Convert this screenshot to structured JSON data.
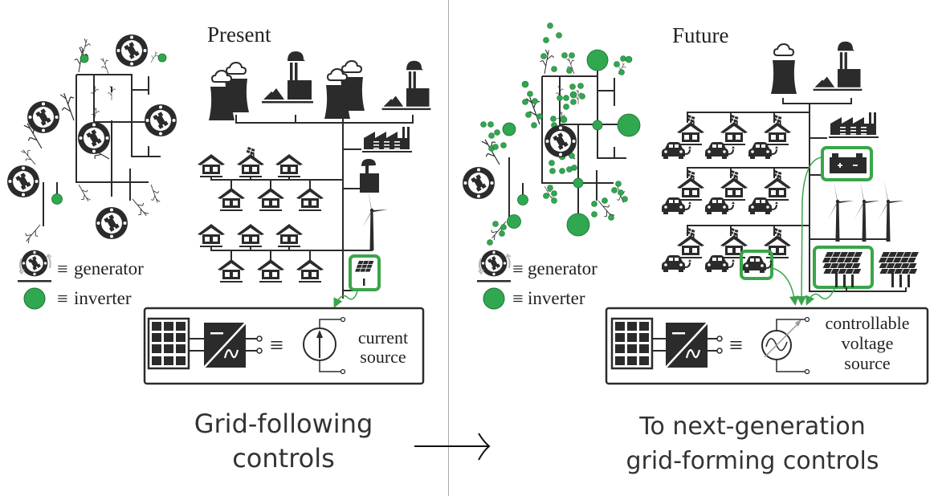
{
  "figure": {
    "type": "comparison-diagram",
    "colors": {
      "ink": "#2b2b2b",
      "inverter_green": "#2fa84f",
      "highlight_green": "#3aa54a",
      "divider": "#a9a9a9",
      "legend_arrow_gray": "#b5b5b5"
    }
  },
  "left_panel": {
    "title": "Present",
    "legend": {
      "generator_symbol": "≡",
      "generator_label": "generator",
      "inverter_symbol": "≡",
      "inverter_label": "inverter"
    },
    "bulk_generation": [
      "cooling-tower-plant",
      "coal-plant",
      "cooling-tower-plant",
      "coal-plant"
    ],
    "loads": [
      "factory",
      "small-plant",
      "wind-turbine",
      "solar-panel"
    ],
    "house_rows": [
      3,
      3,
      3,
      3
    ],
    "highlighted": [
      "solar-panel"
    ],
    "equivalent_box": {
      "chain": [
        "solar-panel",
        "dc-ac-converter"
      ],
      "equals": "≡",
      "source_symbol": "current-source",
      "label_line1": "current",
      "label_line2": "source"
    },
    "caption_line1": "Grid-following",
    "caption_line2": "controls"
  },
  "transition_arrow": "→",
  "right_panel": {
    "title": "Future",
    "legend": {
      "generator_symbol": "≡",
      "generator_label": "generator",
      "inverter_symbol": "≡",
      "inverter_label": "inverter"
    },
    "bulk_generation": [
      "cooling-tower-plant",
      "coal-plant"
    ],
    "loads": [
      "factory",
      "battery",
      "wind-farm",
      "solar-farm",
      "solar-farm"
    ],
    "house_rows": [
      3,
      3,
      3
    ],
    "cars_per_row": [
      3,
      3,
      3
    ],
    "highlighted": [
      "battery",
      "electric-car",
      "solar-farm"
    ],
    "equivalent_box": {
      "chain": [
        "solar-panel",
        "dc-ac-converter"
      ],
      "equals": "≡",
      "source_symbol": "controllable-voltage-source",
      "label_line1": "controllable",
      "label_line2": "voltage",
      "label_line3": "source"
    },
    "caption_line1": "To next-generation",
    "caption_line2": "grid-forming controls"
  }
}
